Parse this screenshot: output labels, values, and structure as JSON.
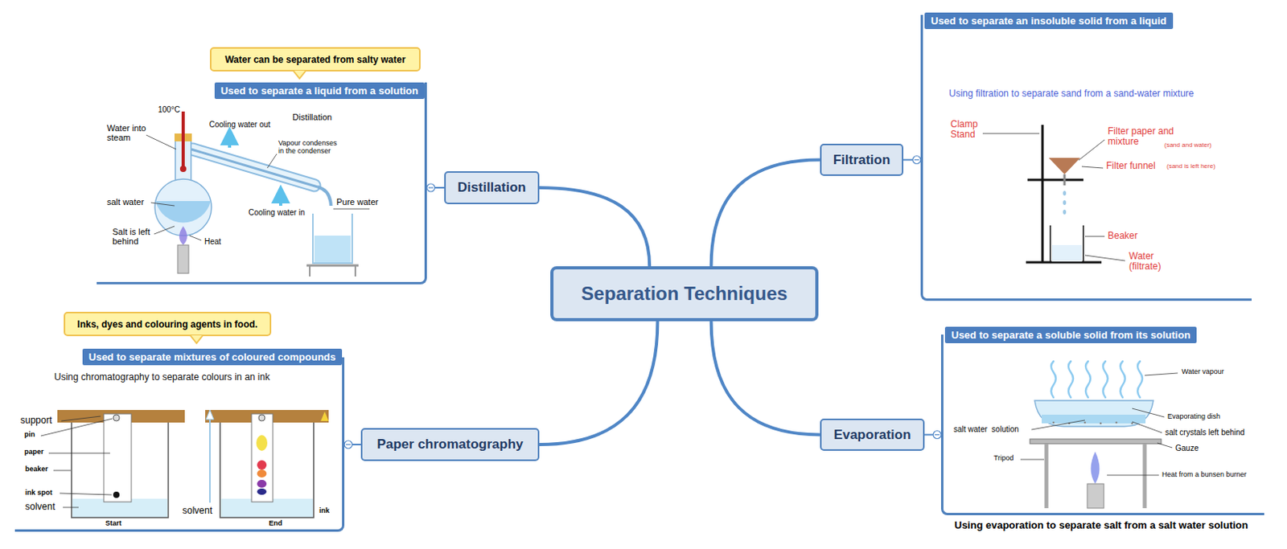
{
  "diagram": {
    "title": "Separation Techniques",
    "nodes": [
      {
        "text": [
          "Separation Techniques"
        ]
      },
      {
        "text": [
          "Used to separate a liquid from a solution"
        ]
      },
      {
        "text": [
          "Water can be separated from salty water"
        ]
      },
      {
        "text": [
          "Distillation"
        ]
      },
      {
        "text": [
          "Used to separate an insoluble solid from a liquid",
          "Using filtration to separate sand from a sand-water mixture"
        ]
      },
      {
        "text": [
          "Filtration"
        ]
      },
      {
        "text": [
          "Inks, dyes and colouring agents in food."
        ]
      },
      {
        "text": [
          "Used to separate mixtures of coloured compounds",
          "Using chromatography to separate colours in an ink"
        ]
      },
      {
        "text": [
          "Paper chromatography"
        ]
      },
      {
        "text": [
          "Used to separate a soluble solid from its solution",
          "Using evaporation to separate salt from a salt water solution"
        ]
      },
      {
        "text": [
          "Evaporation"
        ]
      }
    ],
    "edges": [
      {
        "from": 0,
        "to": 3,
        "arrow": "none"
      },
      {
        "from": 0,
        "to": 5,
        "arrow": "none"
      },
      {
        "from": 0,
        "to": 8,
        "arrow": "none"
      },
      {
        "from": 0,
        "to": 10,
        "arrow": "none"
      },
      {
        "from": 3,
        "to": 1,
        "arrow": "none"
      },
      {
        "from": 5,
        "to": 4,
        "arrow": "none"
      },
      {
        "from": 8,
        "to": 7,
        "arrow": "none"
      },
      {
        "from": 10,
        "to": 9,
        "arrow": "none"
      }
    ],
    "labels": [
      "100°C",
      "Water into steam",
      "Cooling water out",
      "Distillation",
      "Vapour condenses in the condenser",
      "salt water",
      "Salt is left behind",
      "Heat",
      "Cooling water in",
      "Pure water",
      "Clamp Stand",
      "Filter paper and mixture",
      "(sand and water)",
      "Filter funnel",
      "(sand is left here)",
      "Beaker",
      "Water (filtrate)",
      "support",
      "pin",
      "paper",
      "beaker",
      "ink spot",
      "solvent",
      "Start",
      "solvent",
      "End",
      "ink",
      "Water vapour",
      "Evaporating dish",
      "salt water  solution",
      "salt crystals left behind",
      "Gauze",
      "Tripod",
      "Heat from a bunsen burner"
    ]
  }
}
